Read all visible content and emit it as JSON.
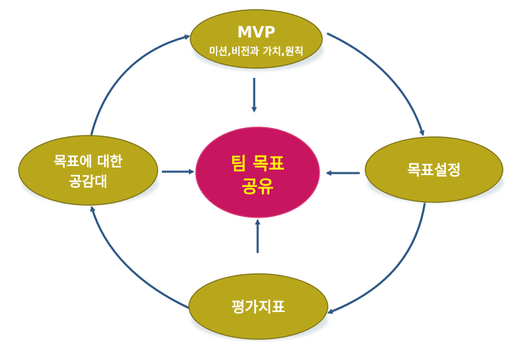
{
  "title": "팀 목표 공유 사이클",
  "colors": {
    "node_fill": "#B9A71B",
    "node_stroke": "#7D7216",
    "node_shadow": "#DCE3E6",
    "node_text": "#FFFFFF",
    "center_fill": "#C8155F",
    "center_stroke": "#D9407E",
    "center_text": "#FFF200",
    "arrow": "#2C5786"
  },
  "center": {
    "line1": "팀 목표",
    "line2": "공유"
  },
  "nodes": {
    "top": {
      "line1": "MVP",
      "line2": "미션,비전과 가치,원칙"
    },
    "right": {
      "line1": "목표설정"
    },
    "bottom": {
      "line1": "평가지표"
    },
    "left": {
      "line1": "목표에 대한",
      "line2": "공감대"
    }
  },
  "cycle_order": [
    "MVP",
    "목표설정",
    "평가지표",
    "목표에 대한 공감대"
  ],
  "arrows": [
    {
      "from": "MVP",
      "to": "목표설정",
      "kind": "cycle"
    },
    {
      "from": "목표설정",
      "to": "평가지표",
      "kind": "cycle"
    },
    {
      "from": "평가지표",
      "to": "목표에 대한 공감대",
      "kind": "cycle"
    },
    {
      "from": "목표에 대한 공감대",
      "to": "MVP",
      "kind": "cycle"
    },
    {
      "from": "MVP",
      "to": "팀 목표 공유",
      "kind": "inward"
    },
    {
      "from": "목표설정",
      "to": "팀 목표 공유",
      "kind": "inward"
    },
    {
      "from": "평가지표",
      "to": "팀 목표 공유",
      "kind": "inward"
    },
    {
      "from": "목표에 대한 공감대",
      "to": "팀 목표 공유",
      "kind": "inward"
    }
  ]
}
